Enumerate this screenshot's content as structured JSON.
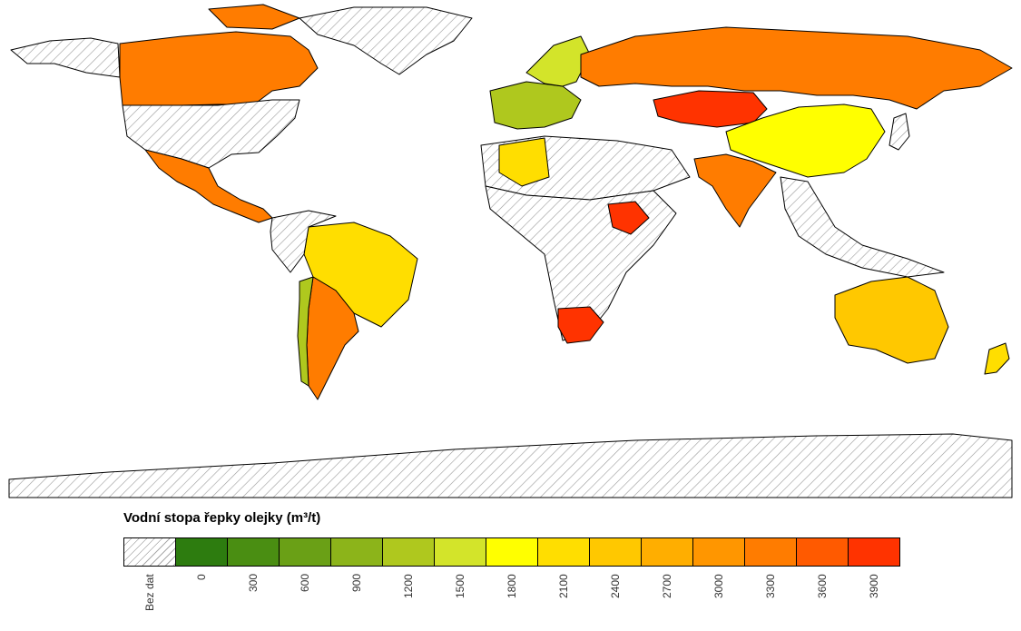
{
  "legend": {
    "title": "Vodní stopa řepky olejky (m³/t)",
    "no_data_label": "Bez dat",
    "bins": [
      {
        "label": "0",
        "color": "#2d7c0f"
      },
      {
        "label": "300",
        "color": "#4a8e12"
      },
      {
        "label": "600",
        "color": "#6aa016"
      },
      {
        "label": "900",
        "color": "#8cb41a"
      },
      {
        "label": "1200",
        "color": "#afc81e"
      },
      {
        "label": "1500",
        "color": "#d3e42a"
      },
      {
        "label": "1800",
        "color": "#ffff00"
      },
      {
        "label": "2100",
        "color": "#ffde00"
      },
      {
        "label": "2400",
        "color": "#ffc800"
      },
      {
        "label": "2700",
        "color": "#ffae00"
      },
      {
        "label": "3000",
        "color": "#ff9600"
      },
      {
        "label": "3300",
        "color": "#ff7c00"
      },
      {
        "label": "3600",
        "color": "#ff5a00"
      },
      {
        "label": "3900",
        "color": "#ff3300"
      }
    ]
  },
  "map": {
    "no_data_fill": "hatched",
    "regions": [
      {
        "id": "canada",
        "bin": "3300"
      },
      {
        "id": "usa",
        "bin": "no-data"
      },
      {
        "id": "mexico",
        "bin": "3300"
      },
      {
        "id": "brazil",
        "bin": "2100"
      },
      {
        "id": "argentina",
        "bin": "3300"
      },
      {
        "id": "chile",
        "bin": "1200"
      },
      {
        "id": "europe-west",
        "bin": "1200"
      },
      {
        "id": "scandinavia",
        "bin": "1500"
      },
      {
        "id": "russia",
        "bin": "3300"
      },
      {
        "id": "kazakhstan",
        "bin": "3900"
      },
      {
        "id": "china",
        "bin": "1800"
      },
      {
        "id": "india",
        "bin": "3300"
      },
      {
        "id": "algeria",
        "bin": "2100"
      },
      {
        "id": "ethiopia",
        "bin": "3900"
      },
      {
        "id": "south-africa",
        "bin": "3900"
      },
      {
        "id": "australia",
        "bin": "2400"
      },
      {
        "id": "new-zealand",
        "bin": "2100"
      },
      {
        "id": "africa",
        "bin": "no-data"
      },
      {
        "id": "greenland",
        "bin": "no-data"
      },
      {
        "id": "antarctica",
        "bin": "no-data"
      }
    ]
  }
}
